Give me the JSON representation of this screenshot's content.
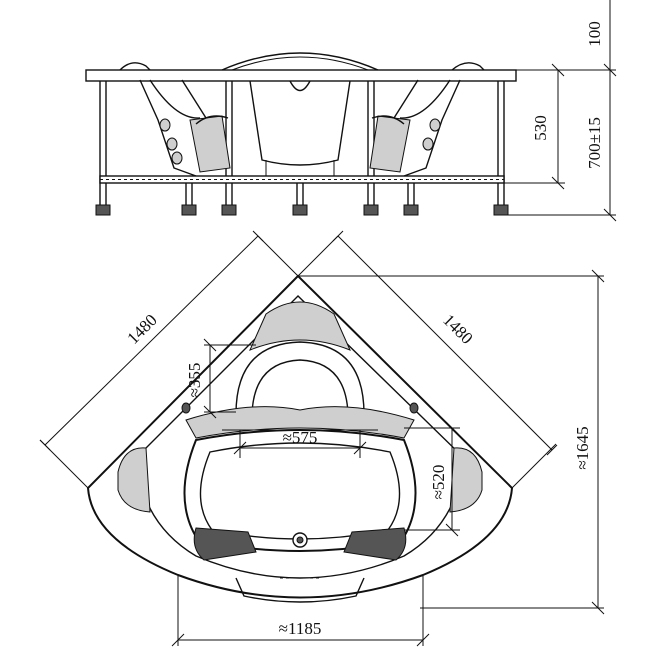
{
  "dimensions": {
    "top_height": "100",
    "apron_height": "530",
    "total_height": "700±15",
    "side_a": "1480",
    "side_b": "1480",
    "backrest": "≈355",
    "inner_width": "≈575",
    "inner_depth": "≈520",
    "diagonal": "≈1645",
    "front_width": "≈1185"
  },
  "colors": {
    "line": "#111111",
    "background": "#ffffff"
  }
}
